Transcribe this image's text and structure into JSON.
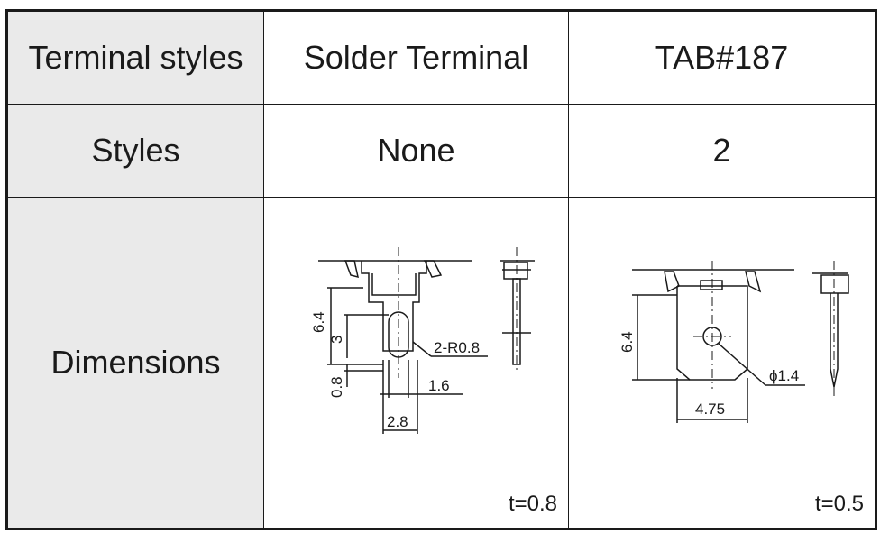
{
  "table": {
    "rows": [
      {
        "label": "Terminal styles",
        "col1": "Solder Terminal",
        "col2": "TAB#187"
      },
      {
        "label": "Styles",
        "col1": "None",
        "col2": "2"
      },
      {
        "label": "Dimensions",
        "col1": "",
        "col2": ""
      }
    ]
  },
  "solder_drawing": {
    "dim_height": "6.4",
    "dim_slot": "3",
    "dim_bottom": "0.8",
    "dim_radius": "2-R0.8",
    "dim_slot_width": "1.6",
    "dim_width": "2.8",
    "thickness": "t=0.8"
  },
  "tab_drawing": {
    "dim_height": "6.4",
    "dim_width": "4.75",
    "dim_hole": "ϕ1.4",
    "thickness": "t=0.5"
  }
}
